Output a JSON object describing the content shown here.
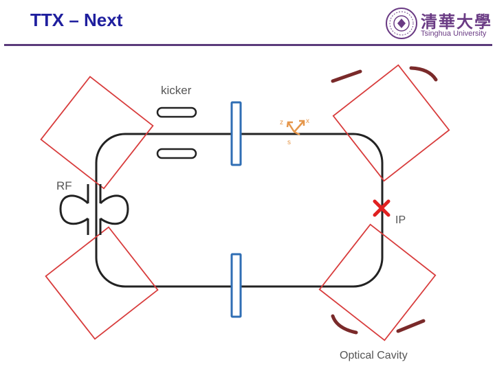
{
  "slide": {
    "title": "TTX – Next"
  },
  "logo": {
    "chinese": "清華大學",
    "english": "Tsinghua University"
  },
  "labels": {
    "kicker": "kicker",
    "rf": "RF",
    "ip": "IP",
    "optical_cavity": "Optical Cavity"
  },
  "axes": {
    "x": "x",
    "z": "z",
    "s": "s"
  },
  "colors": {
    "title": "#1f1f9e",
    "ring": "#222222",
    "cavity": "#d83c3c",
    "mirror": "#7a2a2a",
    "bpm": "#2f6eb4",
    "ip_marker": "#e02020",
    "axes": "#e5964a",
    "logo": "#6a3b84"
  }
}
